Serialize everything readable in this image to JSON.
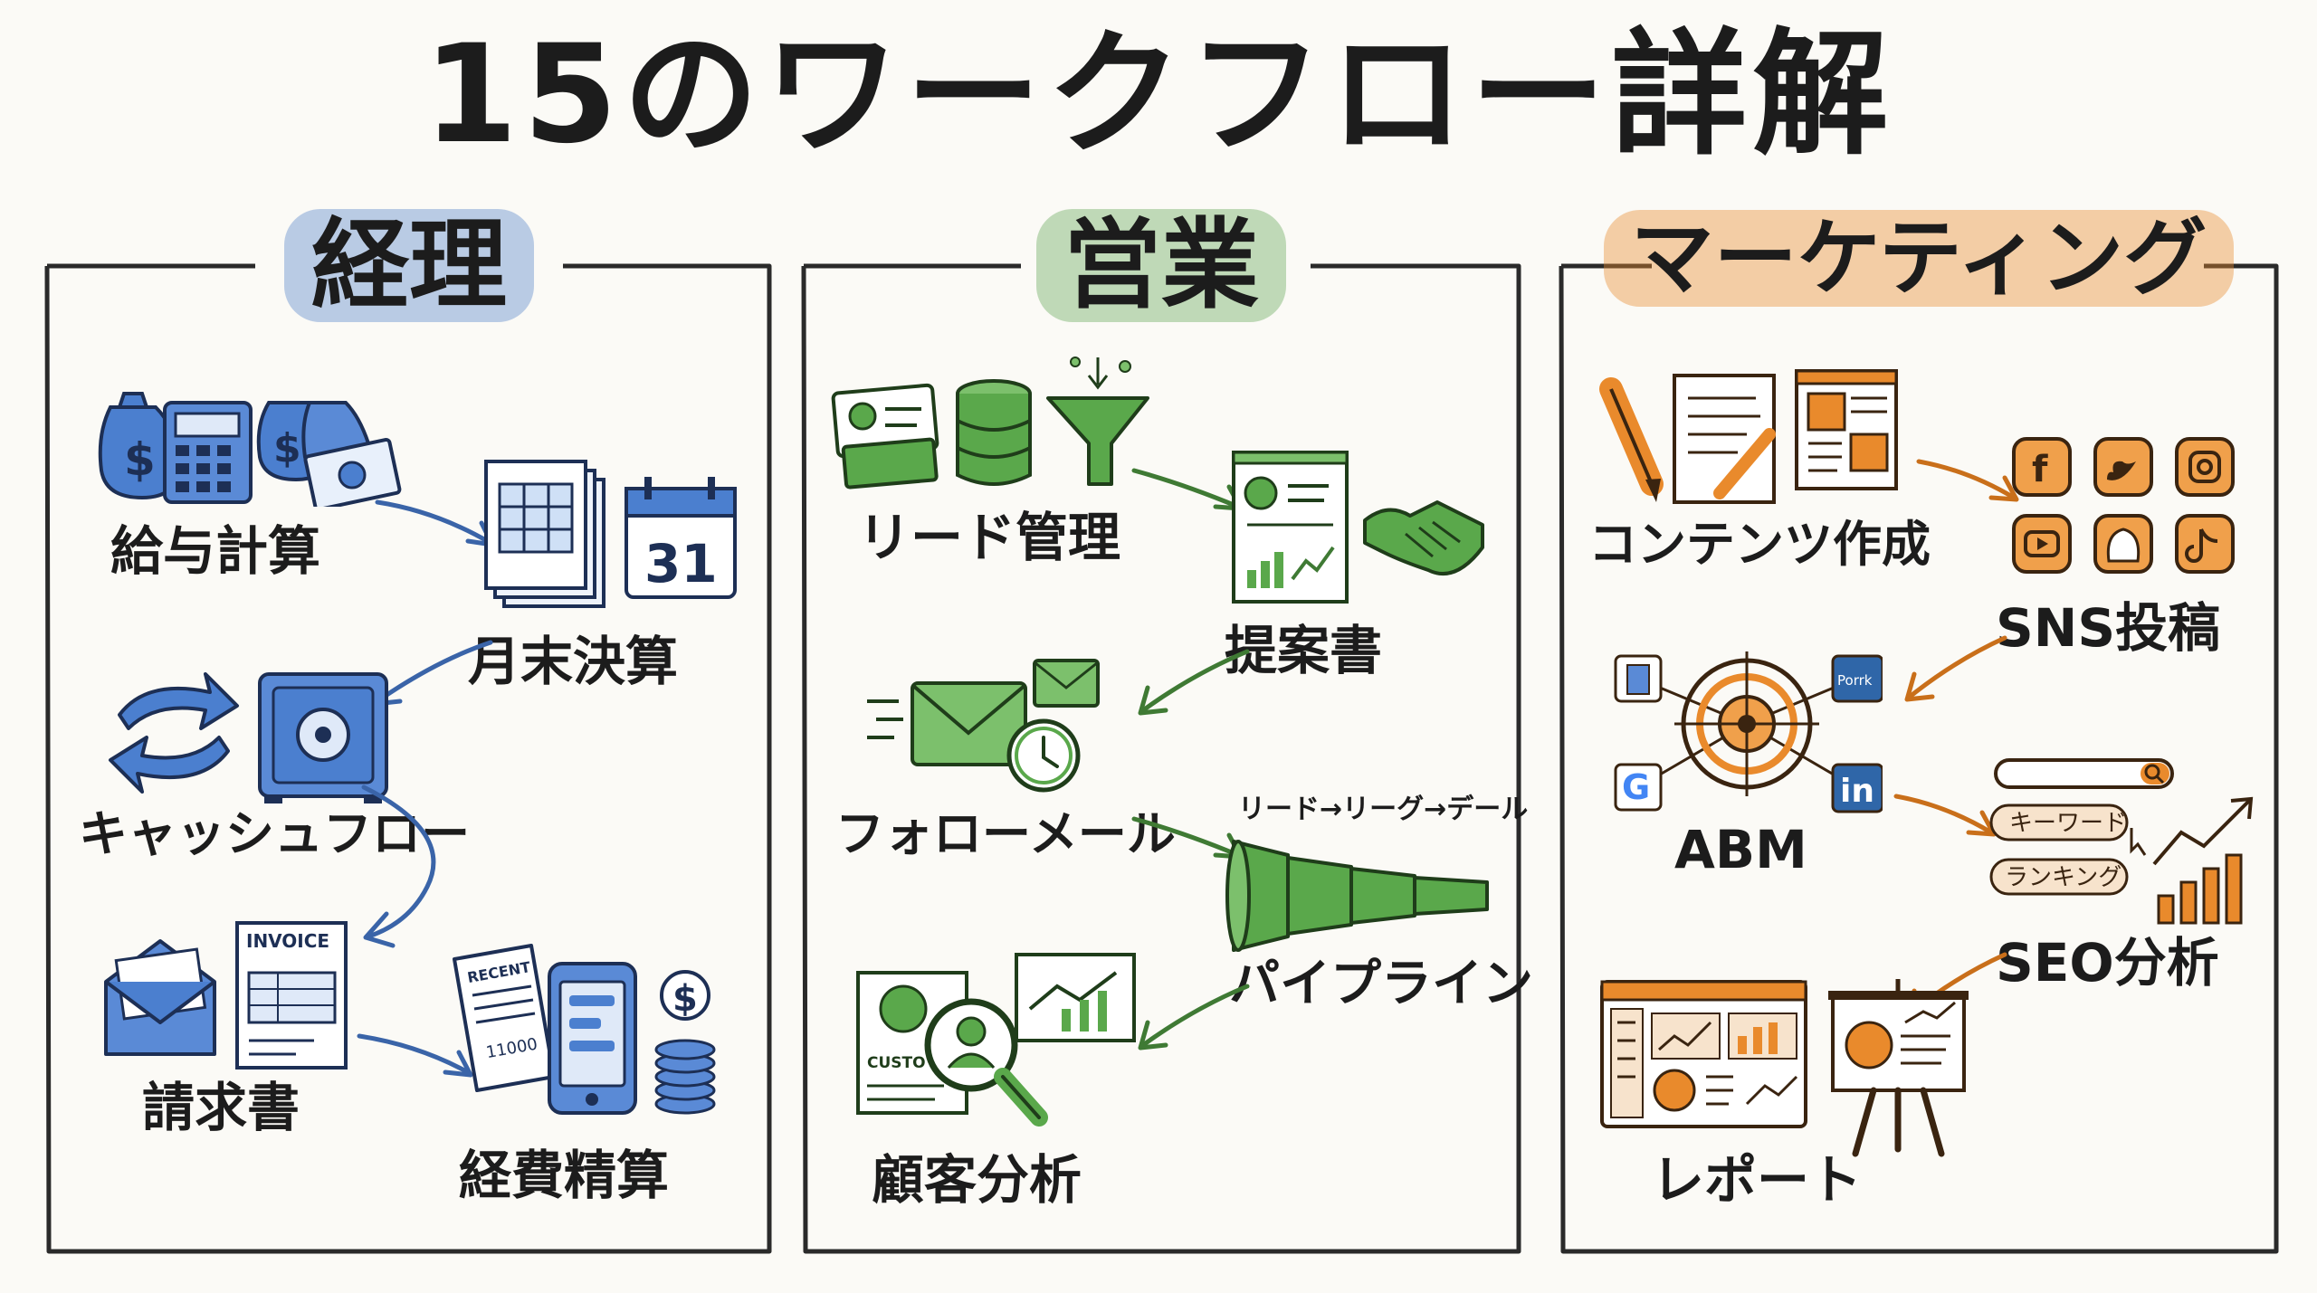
{
  "title": "15のワークフロー詳解",
  "colors": {
    "accounting": "#3f73c4",
    "sales": "#4f9a42",
    "marketing": "#e98a2c"
  },
  "panels": {
    "accounting": {
      "heading": "経理",
      "items": [
        "給与計算",
        "月末決算",
        "キャッシュフロー",
        "請求書",
        "経費精算"
      ],
      "icon_text": {
        "calendar": "31",
        "invoice": "INVOICE",
        "receipt": "RECENT",
        "receipt_amount": "11000"
      }
    },
    "sales": {
      "heading": "営業",
      "items": [
        "リード管理",
        "提案書",
        "フォローメール",
        "パイプライン",
        "顧客分析"
      ],
      "icon_text": {
        "pipeline_stages": "リード→リーグ→デール",
        "customer_card": "CUSTO"
      }
    },
    "marketing": {
      "heading": "マーケティング",
      "items": [
        "コンテンツ作成",
        "SNS投稿",
        "ABM",
        "SEO分析",
        "レポート"
      ],
      "icon_text": {
        "keyword": "キーワード",
        "ranking": "ランキング",
        "linkedin": "in",
        "badge": "Porrk"
      }
    }
  }
}
